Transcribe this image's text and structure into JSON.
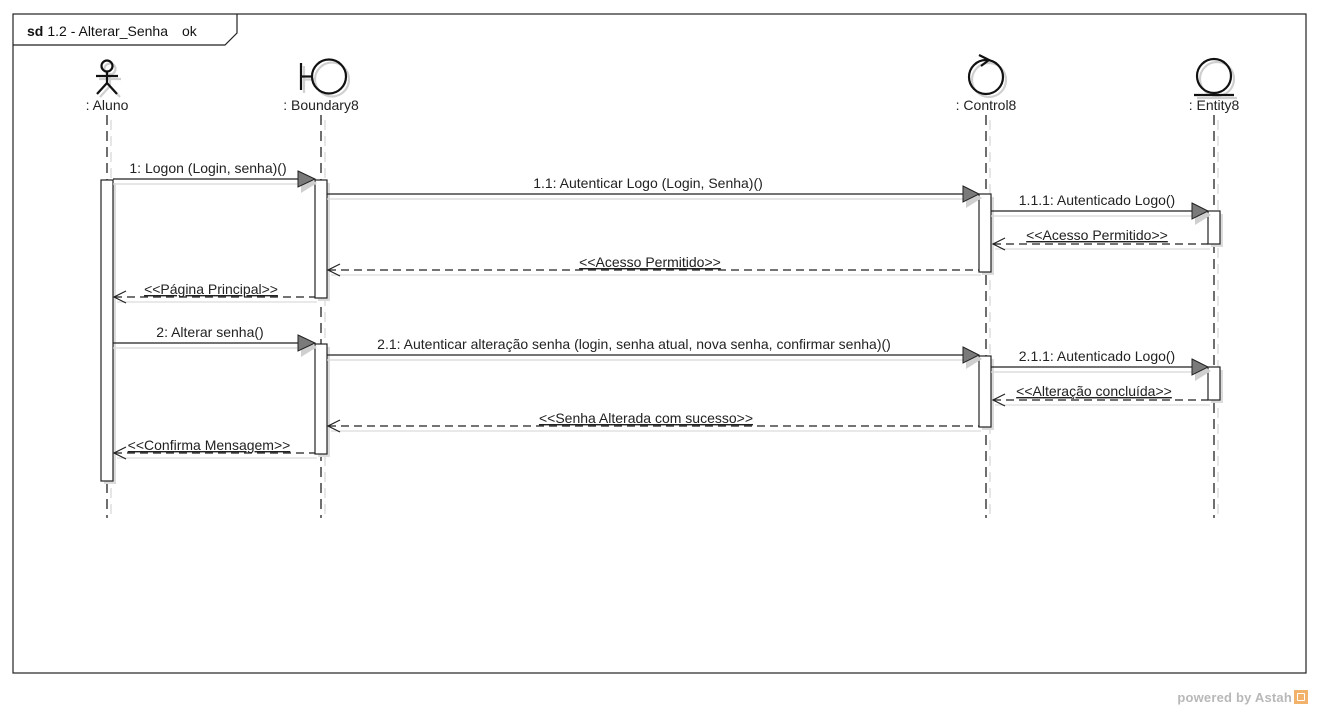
{
  "frame": {
    "kind": "sd",
    "name": "1.2 - Alterar_Senha",
    "status": "ok"
  },
  "lifelines": [
    {
      "id": "aluno",
      "label": ": Aluno",
      "stereotype": "actor-icon"
    },
    {
      "id": "boundary",
      "label": ": Boundary8",
      "stereotype": "boundary-icon"
    },
    {
      "id": "control",
      "label": ": Control8",
      "stereotype": "control-icon"
    },
    {
      "id": "entity",
      "label": ": Entity8",
      "stereotype": "entity-icon"
    }
  ],
  "messages": [
    {
      "id": "m1",
      "label": "1: Logon (Login, senha)()",
      "from": "aluno",
      "to": "boundary",
      "type": "sync"
    },
    {
      "id": "m11",
      "label": "1.1: Autenticar Logo (Login, Senha)()",
      "from": "boundary",
      "to": "control",
      "type": "sync"
    },
    {
      "id": "m111",
      "label": "1.1.1: Autenticado Logo()",
      "from": "control",
      "to": "entity",
      "type": "sync"
    },
    {
      "id": "r111",
      "label": "<<Acesso Permitido>>",
      "from": "entity",
      "to": "control",
      "type": "return"
    },
    {
      "id": "r11",
      "label": "<<Acesso Permitido>>",
      "from": "control",
      "to": "boundary",
      "type": "return"
    },
    {
      "id": "r1",
      "label": "<<Página Principal>>",
      "from": "boundary",
      "to": "aluno",
      "type": "return"
    },
    {
      "id": "m2",
      "label": "2: Alterar senha()",
      "from": "aluno",
      "to": "boundary",
      "type": "sync"
    },
    {
      "id": "m21",
      "label": "2.1: Autenticar alteração senha (login, senha atual, nova senha, confirmar senha)()",
      "from": "boundary",
      "to": "control",
      "type": "sync"
    },
    {
      "id": "m211",
      "label": "2.1.1: Autenticado Logo()",
      "from": "control",
      "to": "entity",
      "type": "sync"
    },
    {
      "id": "r211",
      "label": "<<Alteração concluída>>",
      "from": "entity",
      "to": "control",
      "type": "return"
    },
    {
      "id": "r21",
      "label": "<<Senha Alterada com sucesso>>",
      "from": "control",
      "to": "boundary",
      "type": "return"
    },
    {
      "id": "r2",
      "label": "<<Confirma Mensagem>>",
      "from": "boundary",
      "to": "aluno",
      "type": "return"
    }
  ],
  "watermark": {
    "text": "powered by Astah",
    "icon": "astah-logo-icon"
  }
}
